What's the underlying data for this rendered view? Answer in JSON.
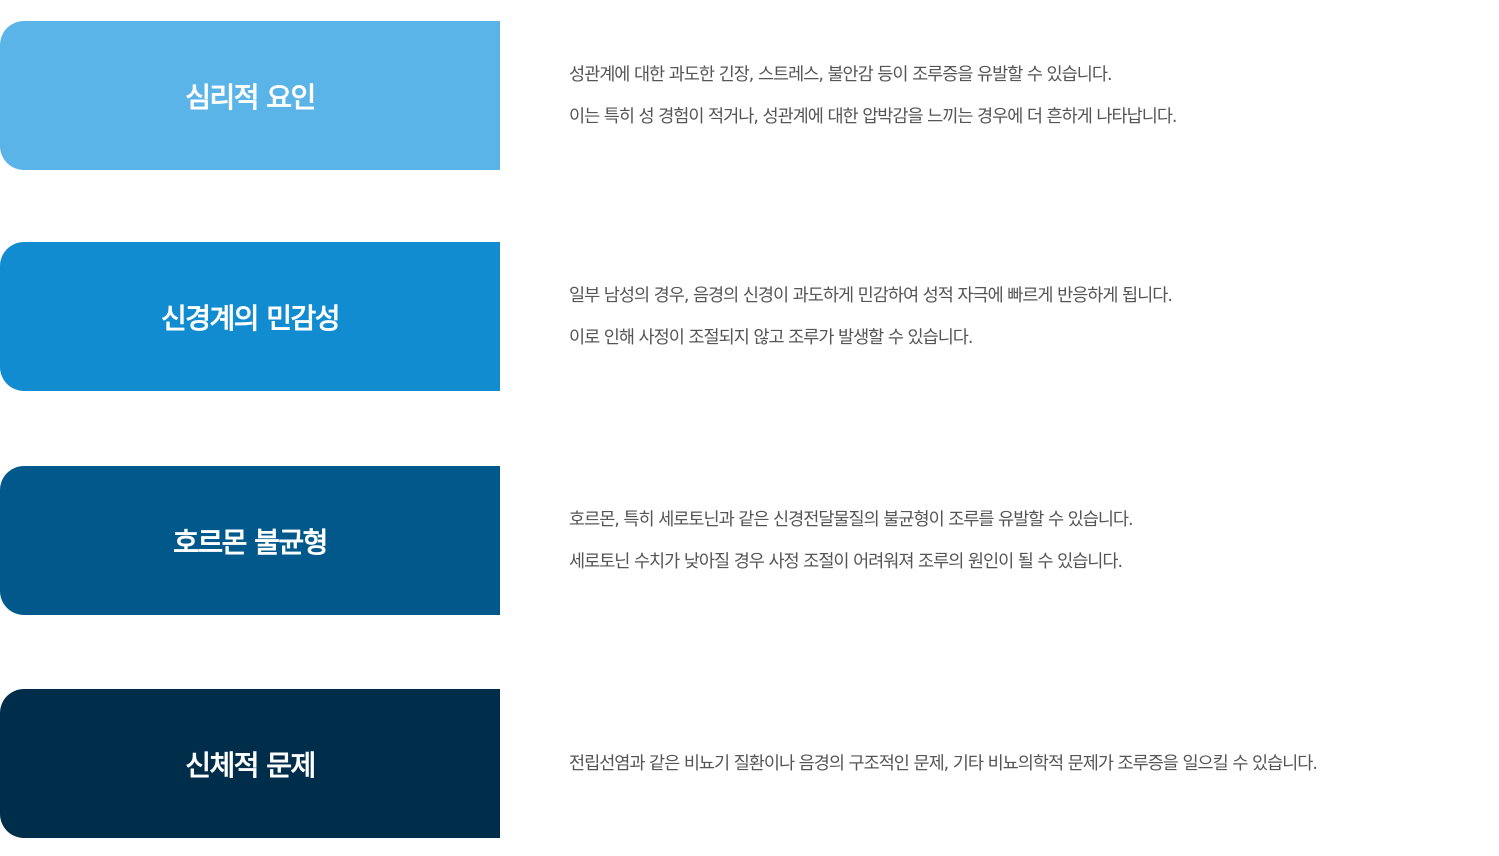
{
  "items": [
    {
      "title": "심리적 요인",
      "color": "#5ab4e8",
      "lines": [
        "성관계에 대한 과도한 긴장, 스트레스, 불안감 등이 조루증을 유발할 수 있습니다.",
        "이는 특히 성 경험이 적거나, 성관계에 대한 압박감을 느끼는 경우에 더 흔하게 나타납니다."
      ]
    },
    {
      "title": "신경계의 민감성",
      "color": "#128cd0",
      "lines": [
        "일부 남성의 경우, 음경의 신경이 과도하게 민감하여 성적 자극에 빠르게 반응하게 됩니다.",
        "이로 인해 사정이 조절되지 않고 조루가 발생할 수 있습니다."
      ]
    },
    {
      "title": "호르몬 불균형",
      "color": "#01598b",
      "lines": [
        "호르몬, 특히 세로토닌과 같은 신경전달물질의 불균형이 조루를 유발할 수 있습니다.",
        "세로토닌 수치가 낮아질 경우 사정 조절이 어려워져 조루의 원인이 될 수 있습니다."
      ]
    },
    {
      "title": "신체적 문제",
      "color": "#002e4a",
      "lines": [
        "전립선염과 같은 비뇨기 질환이나 음경의 구조적인 문제, 기타 비뇨의학적 문제가 조루증을 일으킬 수 있습니다."
      ]
    }
  ]
}
